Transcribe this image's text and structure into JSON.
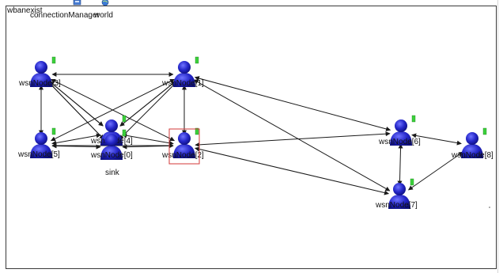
{
  "network": {
    "title_label": "wbanexist",
    "modules": [
      {
        "label": "connectionManager",
        "icon": "connection-manager-icon"
      },
      {
        "label": "world",
        "icon": "world-icon"
      }
    ],
    "sink_label": "sink",
    "nodes": [
      {
        "id": "3",
        "label": "wsnNode[3]"
      },
      {
        "id": "1",
        "label": "wsnNode[1]"
      },
      {
        "id": "5",
        "label": "wsnNode[5]"
      },
      {
        "id": "4",
        "label": "wsnNode[4]"
      },
      {
        "id": "0",
        "label": "wsnNode[0]"
      },
      {
        "id": "2",
        "label": "wsnNode[2]"
      },
      {
        "id": "6",
        "label": "wsnNode[6]"
      },
      {
        "id": "8",
        "label": "wsnNode[8]"
      },
      {
        "id": "7",
        "label": "wsnNode[7]"
      }
    ],
    "selected_node": "2",
    "colors": {
      "node_body": "#2426c8",
      "node_highlight": "#6f73ff",
      "battery": "#3bd13b",
      "selection_box": "#d33a3a",
      "link": "#1a1a1a"
    }
  }
}
